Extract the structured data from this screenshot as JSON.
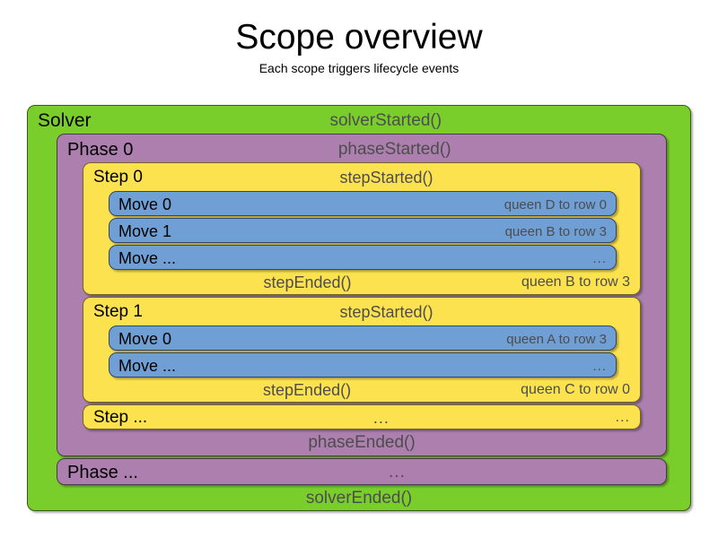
{
  "title": {
    "heading": "Scope overview",
    "subtitle": "Each scope triggers lifecycle events"
  },
  "colors": {
    "solver": "#7ace2b",
    "phase": "#ac7fae",
    "step": "#fde24f",
    "move": "#6f9fd4",
    "primary_text": "#000000",
    "secondary_text": "#4d4d4d",
    "background": "#ffffff"
  },
  "solver": {
    "label": "Solver",
    "started_event": "solverStarted()",
    "ended_event": "solverEnded()",
    "phases": [
      {
        "label": "Phase 0",
        "started_event": "phaseStarted()",
        "ended_event": "phaseEnded()",
        "steps": [
          {
            "label": "Step 0",
            "started_event": "stepStarted()",
            "ended_event": "stepEnded()",
            "ended_detail": "queen B to row 3",
            "moves": [
              {
                "label": "Move 0",
                "detail": "queen D to row 0"
              },
              {
                "label": "Move 1",
                "detail": "queen B to row 3"
              },
              {
                "label": "Move ...",
                "detail": "..."
              }
            ]
          },
          {
            "label": "Step 1",
            "started_event": "stepStarted()",
            "ended_event": "stepEnded()",
            "ended_detail": "queen C to row 0",
            "moves": [
              {
                "label": "Move 0",
                "detail": "queen A to row 3"
              },
              {
                "label": "Move ...",
                "detail": "..."
              }
            ]
          }
        ],
        "more_step": {
          "label": "Step ...",
          "center": "...",
          "right": "..."
        }
      }
    ],
    "more_phase": {
      "label": "Phase ...",
      "center": "...",
      "right": ""
    }
  }
}
